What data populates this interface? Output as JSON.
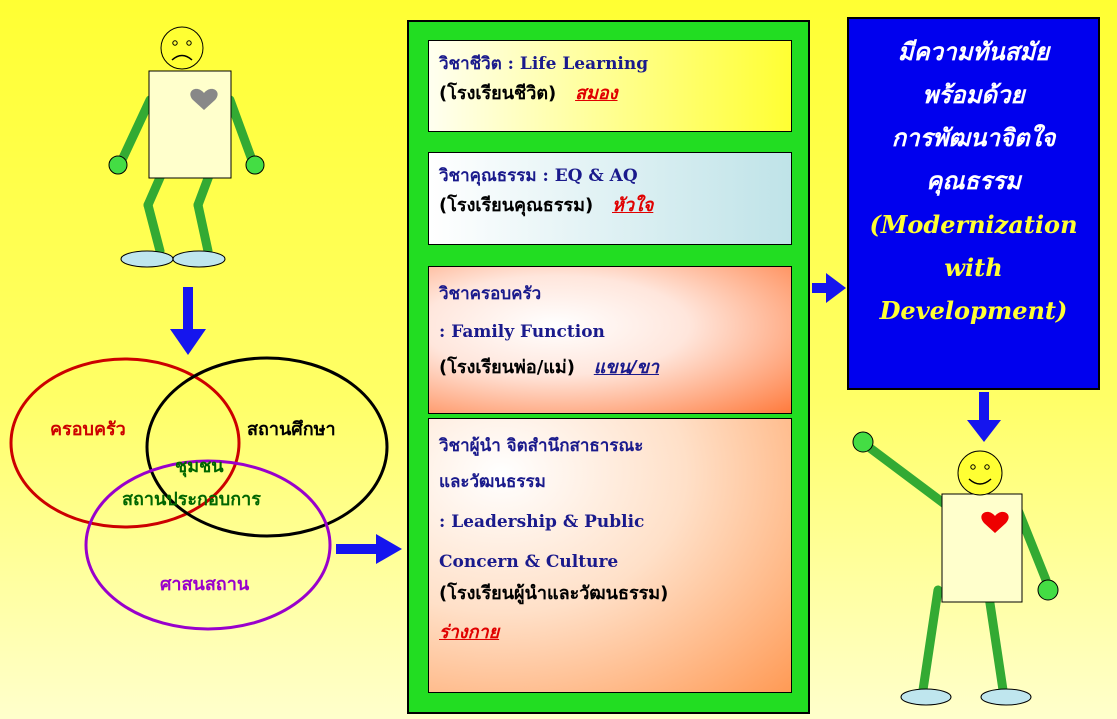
{
  "venn": {
    "family": "ครอบครัว",
    "education": "สถานศึกษา",
    "community": "ชุมชน",
    "business": "สถานประกอบการ",
    "religion": "ศาสนสถาน"
  },
  "subjects": [
    {
      "line1": "วิชาชีวิต : Life Learning",
      "line2": "(โรงเรียนชีวิต)",
      "tag": "สมอง"
    },
    {
      "line1": "วิชาคุณธรรม : EQ & AQ",
      "line2": "(โรงเรียนคุณธรรม)",
      "tag": "หัวใจ"
    },
    {
      "line1": "วิชาครอบครัว",
      "line2": ": Family Function",
      "line3": "(โรงเรียนพ่อ/แม่)",
      "tag": "แขน/ขา"
    },
    {
      "line1": "วิชาผู้นำ  จิตสำนึกสาธารณะ",
      "line2": "และวัฒนธรรม",
      "line3": ": Leadership & Public",
      "line4": "Concern & Culture",
      "line5": "(โรงเรียนผู้นำและวัฒนธรรม)",
      "tag": "ร่างกาย"
    }
  ],
  "goal": {
    "th1": "มีความทันสมัย",
    "th2": "พร้อมด้วย",
    "th3": "การพัฒนาจิตใจ",
    "th4": "คุณธรรม",
    "en1": "(Modernization",
    "en2": "with",
    "en3": "Development)"
  },
  "colors": {
    "panel": "#22dd22",
    "goal_bg": "#0000ee",
    "arrow": "#1515ee",
    "family_circle": "#cc0000",
    "education_circle": "#000000",
    "religion_circle": "#9900cc",
    "community_text": "#006600",
    "limb": "#33aa33"
  }
}
